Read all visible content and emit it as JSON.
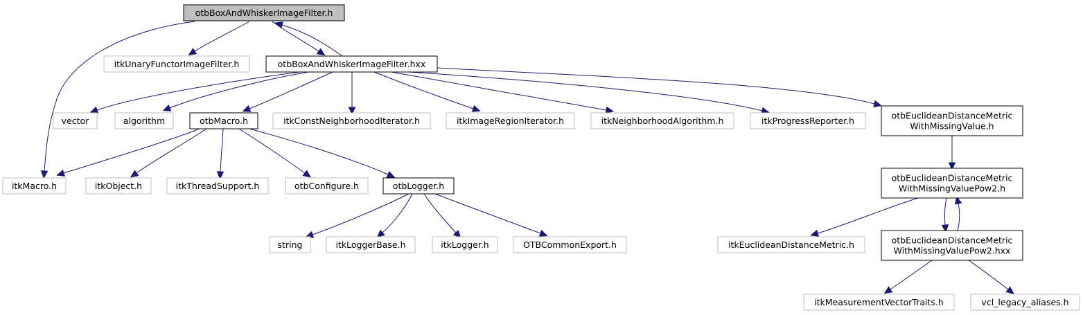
{
  "colors": {
    "edge": "#191970",
    "node_border": "#000000",
    "external_border": "#bfbfbf",
    "root_fill": "#bfbfbf",
    "fill": "#ffffff"
  },
  "nodes": [
    {
      "id": "root",
      "label": [
        "otbBoxAndWhiskerImageFilter.h"
      ],
      "kind": "root"
    },
    {
      "id": "unaryFunctor",
      "label": [
        "itkUnaryFunctorImageFilter.h"
      ],
      "kind": "external"
    },
    {
      "id": "hxx",
      "label": [
        "otbBoxAndWhiskerImageFilter.hxx"
      ],
      "kind": "internal"
    },
    {
      "id": "vector",
      "label": [
        "vector"
      ],
      "kind": "external"
    },
    {
      "id": "algorithm",
      "label": [
        "algorithm"
      ],
      "kind": "external"
    },
    {
      "id": "otbMacro",
      "label": [
        "otbMacro.h"
      ],
      "kind": "internal"
    },
    {
      "id": "constNeigh",
      "label": [
        "itkConstNeighborhoodIterator.h"
      ],
      "kind": "external"
    },
    {
      "id": "imgRegion",
      "label": [
        "itkImageRegionIterator.h"
      ],
      "kind": "external"
    },
    {
      "id": "neighAlg",
      "label": [
        "itkNeighborhoodAlgorithm.h"
      ],
      "kind": "external"
    },
    {
      "id": "progress",
      "label": [
        "itkProgressReporter.h"
      ],
      "kind": "external"
    },
    {
      "id": "euclMissing",
      "label": [
        "otbEuclideanDistanceMetric",
        "WithMissingValue.h"
      ],
      "kind": "internal"
    },
    {
      "id": "itkMacro",
      "label": [
        "itkMacro.h"
      ],
      "kind": "external"
    },
    {
      "id": "itkObject",
      "label": [
        "itkObject.h"
      ],
      "kind": "external"
    },
    {
      "id": "threadSupport",
      "label": [
        "itkThreadSupport.h"
      ],
      "kind": "external"
    },
    {
      "id": "otbConfigure",
      "label": [
        "otbConfigure.h"
      ],
      "kind": "external"
    },
    {
      "id": "otbLogger",
      "label": [
        "otbLogger.h"
      ],
      "kind": "internal"
    },
    {
      "id": "euclPow2",
      "label": [
        "otbEuclideanDistanceMetric",
        "WithMissingValuePow2.h"
      ],
      "kind": "internal"
    },
    {
      "id": "string",
      "label": [
        "string"
      ],
      "kind": "external"
    },
    {
      "id": "loggerBase",
      "label": [
        "itkLoggerBase.h"
      ],
      "kind": "external"
    },
    {
      "id": "itkLogger",
      "label": [
        "itkLogger.h"
      ],
      "kind": "external"
    },
    {
      "id": "otbCommonExport",
      "label": [
        "OTBCommonExport.h"
      ],
      "kind": "external"
    },
    {
      "id": "itkEucl",
      "label": [
        "itkEuclideanDistanceMetric.h"
      ],
      "kind": "external"
    },
    {
      "id": "euclPow2hxx",
      "label": [
        "otbEuclideanDistanceMetric",
        "WithMissingValuePow2.hxx"
      ],
      "kind": "internal"
    },
    {
      "id": "measVec",
      "label": [
        "itkMeasurementVectorTraits.h"
      ],
      "kind": "external"
    },
    {
      "id": "vclLegacy",
      "label": [
        "vcl_legacy_aliases.h"
      ],
      "kind": "external"
    }
  ],
  "edges": [
    {
      "from": "root",
      "to": "itkMacro"
    },
    {
      "from": "root",
      "to": "unaryFunctor"
    },
    {
      "from": "root",
      "to": "hxx"
    },
    {
      "from": "hxx",
      "to": "root"
    },
    {
      "from": "hxx",
      "to": "vector"
    },
    {
      "from": "hxx",
      "to": "algorithm"
    },
    {
      "from": "hxx",
      "to": "otbMacro"
    },
    {
      "from": "hxx",
      "to": "constNeigh"
    },
    {
      "from": "hxx",
      "to": "imgRegion"
    },
    {
      "from": "hxx",
      "to": "neighAlg"
    },
    {
      "from": "hxx",
      "to": "progress"
    },
    {
      "from": "hxx",
      "to": "euclMissing"
    },
    {
      "from": "otbMacro",
      "to": "itkMacro"
    },
    {
      "from": "otbMacro",
      "to": "itkObject"
    },
    {
      "from": "otbMacro",
      "to": "threadSupport"
    },
    {
      "from": "otbMacro",
      "to": "otbConfigure"
    },
    {
      "from": "otbMacro",
      "to": "otbLogger"
    },
    {
      "from": "otbLogger",
      "to": "string"
    },
    {
      "from": "otbLogger",
      "to": "loggerBase"
    },
    {
      "from": "otbLogger",
      "to": "itkLogger"
    },
    {
      "from": "otbLogger",
      "to": "otbCommonExport"
    },
    {
      "from": "euclMissing",
      "to": "euclPow2"
    },
    {
      "from": "euclPow2",
      "to": "itkEucl"
    },
    {
      "from": "euclPow2",
      "to": "euclPow2hxx"
    },
    {
      "from": "euclPow2hxx",
      "to": "euclPow2"
    },
    {
      "from": "euclPow2hxx",
      "to": "measVec"
    },
    {
      "from": "euclPow2hxx",
      "to": "vclLegacy"
    }
  ]
}
